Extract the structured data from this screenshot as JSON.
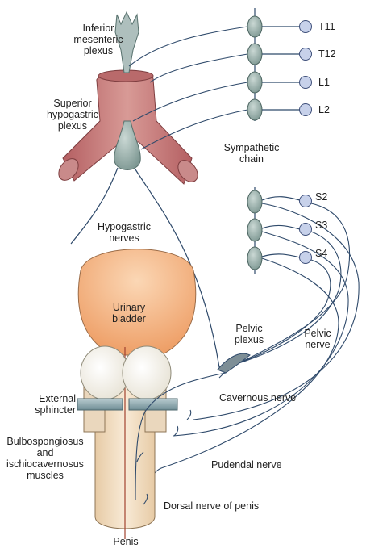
{
  "labels": {
    "inferior_mesenteric": [
      "Inferior",
      "mesenteric",
      "plexus"
    ],
    "superior_hypogastric": [
      "Superior",
      "hypogastric",
      "plexus"
    ],
    "sympathetic_chain": [
      "Sympathetic",
      "chain"
    ],
    "hypogastric_nerves": [
      "Hypogastric",
      "nerves"
    ],
    "urinary_bladder": [
      "Urinary",
      "bladder"
    ],
    "pelvic_plexus": [
      "Pelvic",
      "plexus"
    ],
    "pelvic_nerve": [
      "Pelvic",
      "nerve"
    ],
    "external_sphincter": [
      "External",
      "sphincter"
    ],
    "cavernous_nerve": "Cavernous nerve",
    "bulbo_muscles": [
      "Bulbospongiosus",
      "and",
      "ischiocavernosus",
      "muscles"
    ],
    "pudendal_nerve": "Pudendal nerve",
    "dorsal_nerve": "Dorsal nerve of penis",
    "penis": "Penis",
    "spinal_levels": [
      "T11",
      "T12",
      "L1",
      "L2",
      "S2",
      "S3",
      "S4"
    ]
  },
  "colors": {
    "nerve": "#2f4a6b",
    "ganglion": "#9fb3ad",
    "aorta": "#c77a7a",
    "bladder": "#f2b585",
    "penis": "#f1dcc0",
    "sphincter": "#8fa9b0"
  }
}
